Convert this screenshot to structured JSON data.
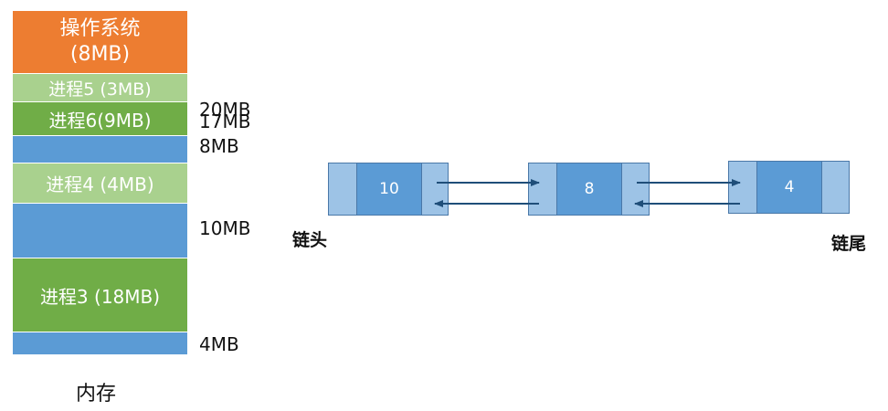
{
  "memory": {
    "os_name": "操作系统",
    "os_size": "(8MB)",
    "blocks": [
      {
        "label": "进程5 (3MB)",
        "kind": "process"
      },
      {
        "label": "进程6(9MB)",
        "kind": "process"
      },
      {
        "label": "",
        "kind": "free"
      },
      {
        "label": "进程4 (4MB)",
        "kind": "process"
      },
      {
        "label": "",
        "kind": "free"
      },
      {
        "label": "进程3 (18MB)",
        "kind": "process"
      },
      {
        "label": "",
        "kind": "free"
      }
    ],
    "free_labels": [
      "20MB",
      "17MB",
      "8MB",
      "10MB",
      "4MB"
    ],
    "caption": "内存"
  },
  "linked_list": {
    "nodes": [
      "10",
      "8",
      "4"
    ],
    "head_label": "链头",
    "tail_label": "链尾"
  },
  "colors": {
    "os": "#ed7d31",
    "process_light": "#a9d18e",
    "process_dark": "#70ad47",
    "free": "#5b9bd5",
    "node_side": "#9dc3e6",
    "arrow": "#1f4e79"
  }
}
